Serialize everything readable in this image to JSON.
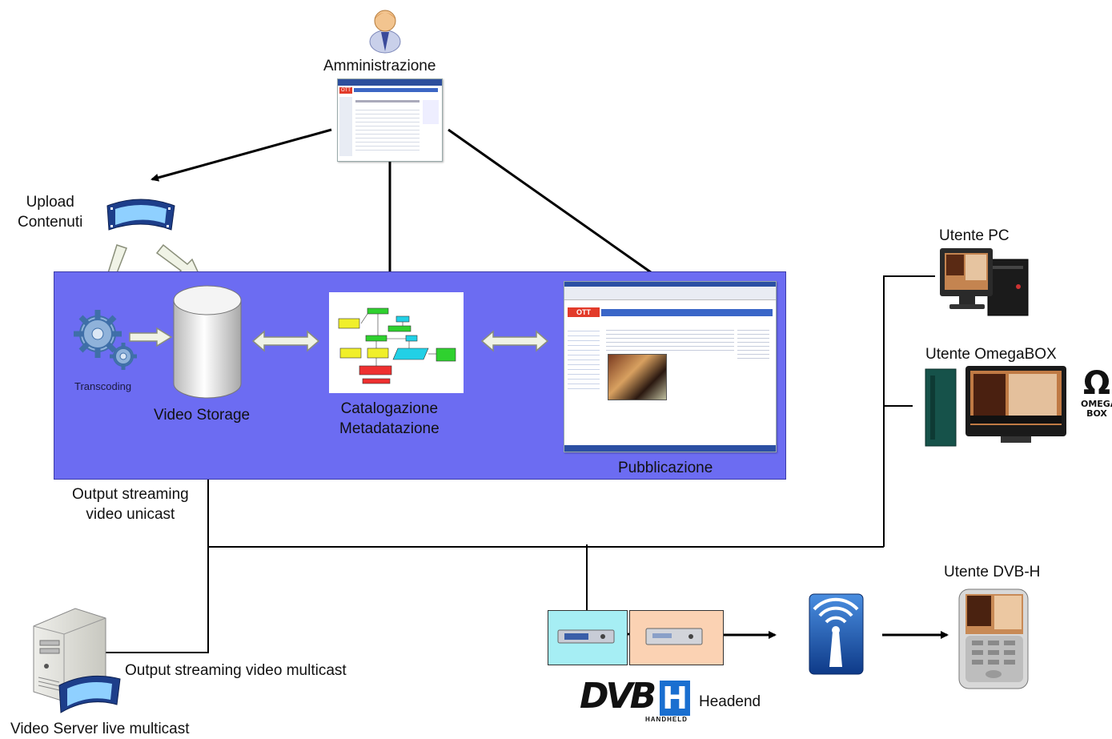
{
  "nodes": {
    "amministrazione": "Amministrazione",
    "upload": "Upload\nContenuti",
    "transcoding": "Transcoding",
    "video_storage": "Video Storage",
    "catalogazione": "Catalogazione\nMetadatazione",
    "pubblicazione": "Pubblicazione",
    "output_unicast": "Output streaming\nvideo unicast",
    "output_multicast": "Output streaming video multicast",
    "video_server": "Video Server live multicast",
    "utente_pc": "Utente PC",
    "utente_omegabox": "Utente OmegaBOX",
    "utente_dvbh": "Utente DVB-H",
    "headend": "Headend"
  },
  "logos": {
    "dvb": "DVB",
    "dvb_h": "H",
    "dvb_sub": "HANDHELD",
    "ott": "OTT",
    "omega_symbol": "Ω",
    "omega_text": "OMEGA\nBOX"
  },
  "colors": {
    "panel": "#6c6cf2",
    "headend_a": "#a6eef4",
    "headend_b": "#fbd2b3",
    "line": "#000000"
  }
}
